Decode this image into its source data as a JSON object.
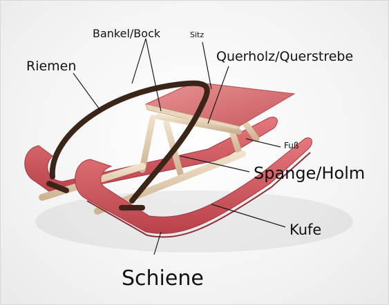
{
  "labels": {
    "bankel": "Bankel/Bock",
    "sitz": "Sitz",
    "riemen": "Riemen",
    "querholz": "Querholz/Querstrebe",
    "fuss": "Fuß",
    "spange": "Spange/Holm",
    "kufe": "Kufe",
    "schiene": "Schiene"
  },
  "colors": {
    "runner_red": "#d9585f",
    "runner_dark": "#b9424a",
    "seat_red": "#de7a7c",
    "wood": "#e6d2b5",
    "strap": "#3b2418"
  }
}
